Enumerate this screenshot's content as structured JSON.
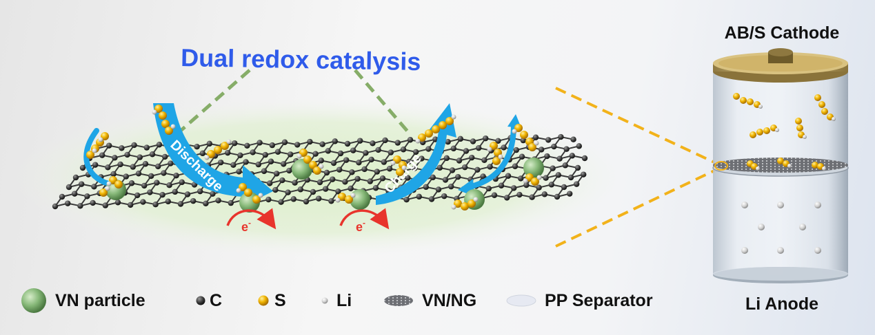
{
  "title": "Dual redox catalysis",
  "arrows": {
    "discharge": "Discharge",
    "charge": "Charge"
  },
  "electron_label": "e",
  "electron_sup": "-",
  "battery": {
    "top_label": "AB/S Cathode",
    "bottom_label": "Li Anode"
  },
  "legend": [
    {
      "icon": "vn-particle-icon",
      "label": "VN particle"
    },
    {
      "icon": "carbon-atom-icon",
      "label": "C"
    },
    {
      "icon": "sulfur-atom-icon",
      "label": "S"
    },
    {
      "icon": "lithium-atom-icon",
      "label": "Li"
    },
    {
      "icon": "vn-ng-sheet-icon",
      "label": "VN/NG"
    },
    {
      "icon": "pp-separator-icon",
      "label": "PP Separator"
    }
  ],
  "colors": {
    "title_blue": "#2f5bea",
    "arrow_blue": "#1fa5e6",
    "vn_green": "#86b878",
    "sulfur_yellow": "#f0b400",
    "carbon_grey": "#3a3a3a",
    "electron_red": "#e8342c",
    "dashed_green": "#86ad68",
    "dashed_orange": "#f2b21a",
    "cap_gold": "#c9aa5c"
  }
}
